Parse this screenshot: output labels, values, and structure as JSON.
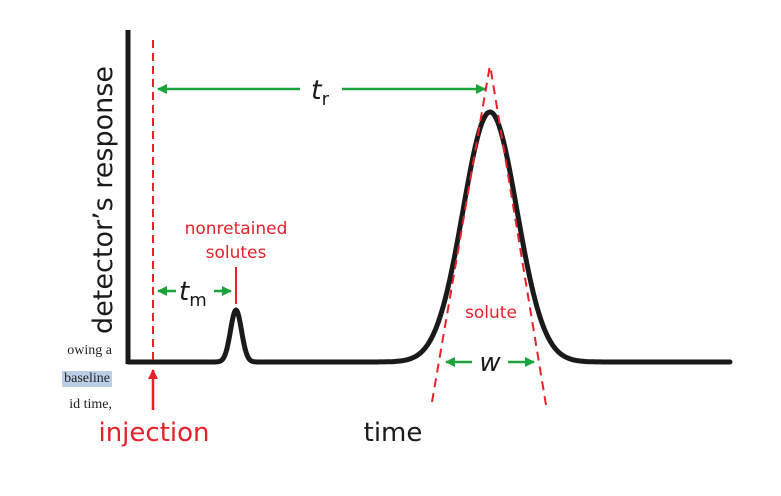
{
  "background_text": {
    "line1": "owing a",
    "line2": "baseline",
    "line3": "id time,"
  },
  "diagram": {
    "y_axis_label": "detector’s response",
    "x_axis_label": "time",
    "injection_label": "injection",
    "retention_time_label": "t",
    "retention_time_subscript": "r",
    "dead_time_label": "t",
    "dead_time_subscript": "m",
    "nonretained_label_line1": "nonretained",
    "nonretained_label_line2": "solutes",
    "solute_label": "solute",
    "width_label": "w"
  },
  "colors": {
    "curve": "#1a1a1a",
    "axis": "#1a1a1a",
    "annotation_red": "#e8202a",
    "arrow_green": "#1aa33a",
    "highlight": "#b9cfe6"
  }
}
